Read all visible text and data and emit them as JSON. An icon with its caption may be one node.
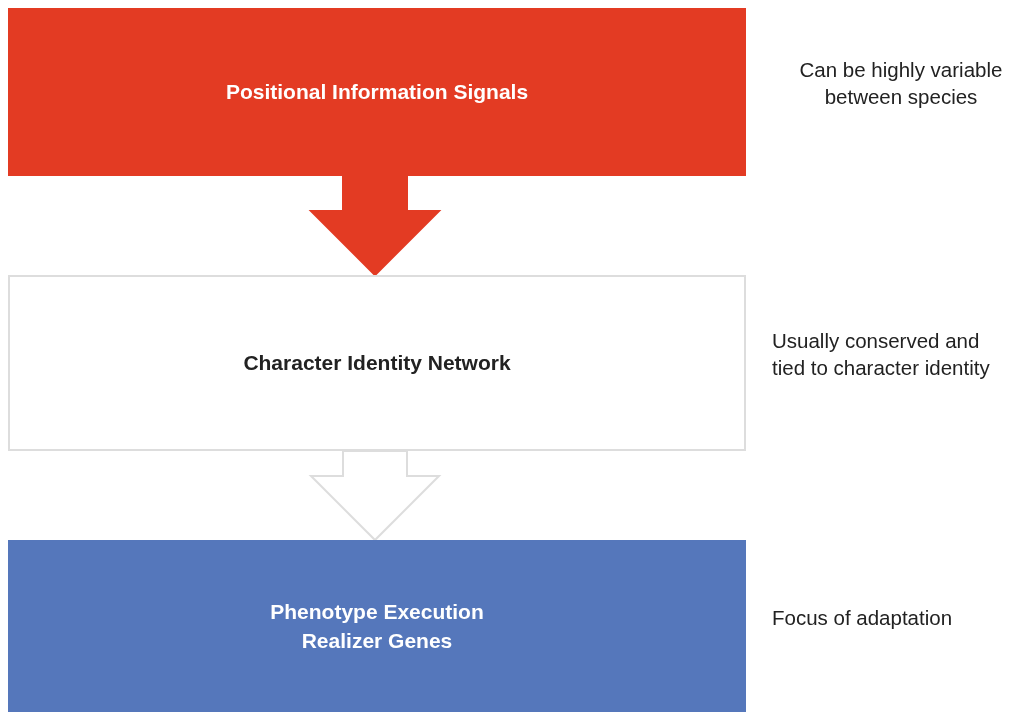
{
  "diagram": {
    "nodes": [
      {
        "text": [
          "Positional Information Signals"
        ],
        "beside": [
          "Can be highly variable between species"
        ]
      },
      {
        "text": [
          "Character Identity Network"
        ],
        "beside": [
          "Usually conserved and tied to character identity"
        ]
      },
      {
        "text": [
          "Phenotype Execution Realizer Genes"
        ],
        "beside": [
          "Focus of adaptation"
        ]
      }
    ],
    "edges": [
      {
        "from": 0,
        "to": 1,
        "arrow": "to",
        "style": "thick",
        "color": "#e33b23"
      },
      {
        "from": 1,
        "to": 2,
        "arrow": "to",
        "style": "thick",
        "color": "#dddddd"
      }
    ]
  }
}
